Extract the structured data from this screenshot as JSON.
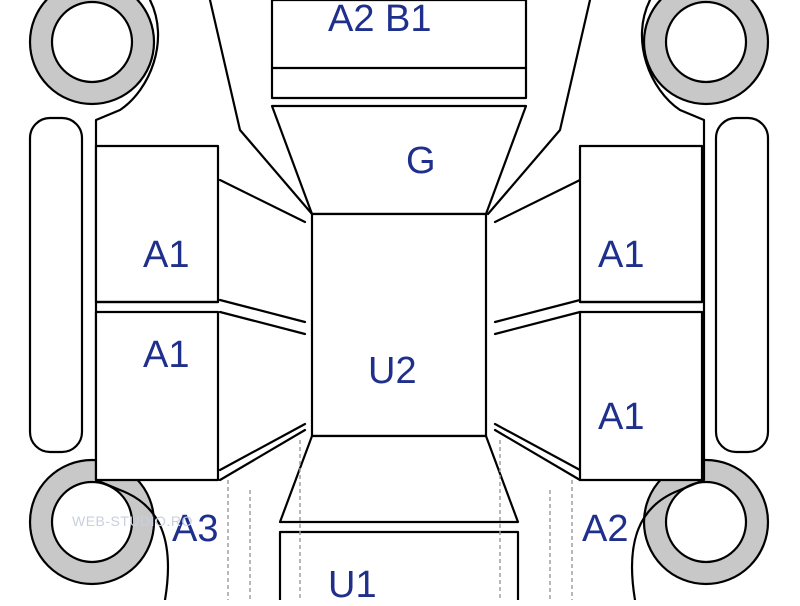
{
  "diagram": {
    "labels": {
      "roof_front": "A2  B1",
      "hood": "G",
      "left_front_door": "A1",
      "left_rear_door": "A1",
      "right_front_door": "A1",
      "right_rear_door": "A1",
      "roof_center": "U2",
      "left_rear_quarter": "A3",
      "right_rear_quarter": "A2",
      "trunk": "U1"
    },
    "watermark": "WEB-STUDIO.RO"
  },
  "colors": {
    "line": "#000000",
    "label": "#1f2f8c",
    "tire": "#c8c8c8",
    "dashed": "#9a9a9a"
  }
}
